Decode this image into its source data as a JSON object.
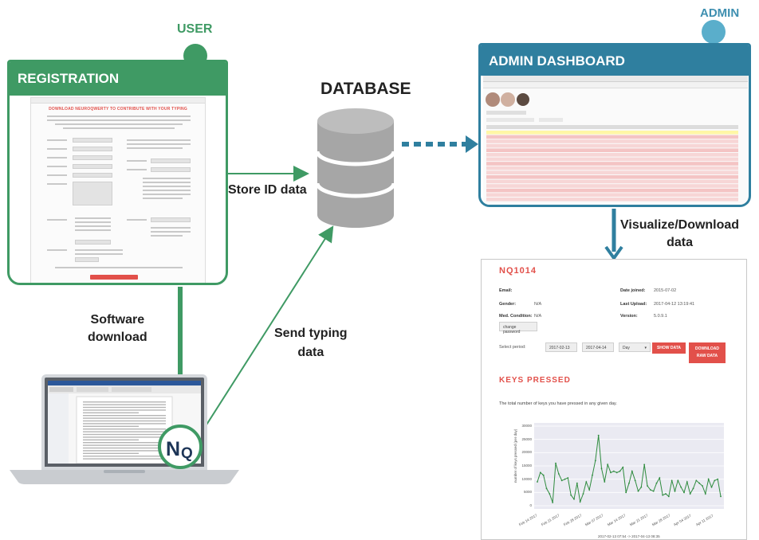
{
  "labels": {
    "user": "USER",
    "admin": "ADMIN",
    "registration": "REGISTRATION",
    "database": "DATABASE",
    "admin_dashboard": "ADMIN DASHBOARD",
    "store_id": "Store ID data",
    "software_line1": "Software",
    "software_line2": "download",
    "send_line1": "Send typing",
    "send_line2": "data",
    "visualize_line1": "Visualize/Download",
    "visualize_line2": "data"
  },
  "registration_form": {
    "title": "DOWNLOAD NEUROQWERTY TO CONTRIBUTE WITH YOUR TYPING"
  },
  "profile": {
    "id": "NQ1014",
    "email_label": "Email:",
    "gender_label": "Gender:",
    "gender_value": "N/A",
    "med_label": "Med. Condition:",
    "med_value": "N/A",
    "date_joined_label": "Date joined:",
    "date_joined_value": "2015-07-02",
    "last_upload_label": "Last Upload:",
    "last_upload_value": "2017-04-12 13:19:41",
    "version_label": "Version:",
    "version_value": "5.0.9.1",
    "change_password": "change password",
    "select_period_label": "Select period:",
    "period_start": "2017-02-13",
    "period_end": "2017-04-14",
    "granularity": "Day",
    "show_data_btn": "SHOW DATA",
    "download_btn_line1": "DOWNLOAD",
    "download_btn_line2": "RAW DATA",
    "keys_pressed_title": "KEYS PRESSED",
    "keys_pressed_desc": "The total number of keys you have pressed in any given day."
  },
  "colors": {
    "user_green": "#3f9a64",
    "admin_blue": "#2f7f9f",
    "accent_red": "#e2504a",
    "plot_line": "#2e8b3e",
    "plot_bg": "#eaeaf2"
  },
  "chart_data": {
    "type": "line",
    "title": "",
    "ylabel": "number of keys pressed (per day)",
    "xlabel": "2017-02-13 07:54 -> 2017-04-13 08:35",
    "ylim": [
      0,
      30000
    ],
    "yticks": [
      "0",
      "5000",
      "10000",
      "15000",
      "20000",
      "25000",
      "30000"
    ],
    "xticks": [
      "Feb 14 2017",
      "Feb 21 2017",
      "Feb 28 2017",
      "Mar 07 2017",
      "Mar 14 2017",
      "Mar 21 2017",
      "Mar 28 2017",
      "Apr 04 2017",
      "Apr 11 2017"
    ],
    "series": [
      {
        "values": [
          9000,
          12500,
          11500,
          6500,
          4500,
          1200,
          16000,
          12000,
          9500,
          10000,
          10500,
          4000,
          2500,
          8500,
          1500,
          4500,
          9000,
          6000,
          11500,
          17000,
          26500,
          14000,
          9000,
          15500,
          12500,
          13000,
          12500,
          13000,
          14500,
          5000,
          8500,
          13000,
          9500,
          5500,
          7000,
          15500,
          7500,
          6000,
          5500,
          8500,
          10500,
          4000,
          4500,
          3500,
          9500,
          5500,
          9500,
          7000,
          5000,
          9000,
          4500,
          6500,
          9500,
          8500,
          7500,
          4500,
          10000,
          7000,
          9500,
          10000,
          3500
        ]
      }
    ]
  }
}
